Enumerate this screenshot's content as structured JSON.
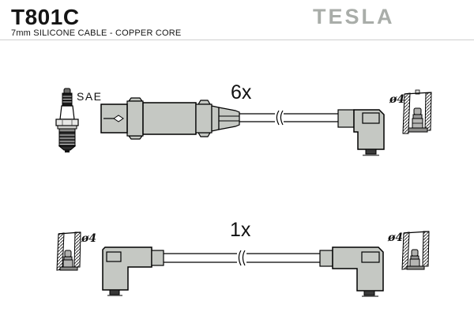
{
  "header": {
    "part_number": "T801C",
    "subtitle": "7mm SILICONE CABLE - COPPER CORE",
    "brand": "TESLA"
  },
  "labels": {
    "top_quantity": "6x",
    "bottom_quantity": "1x",
    "spark_plug_standard": "SAE",
    "diameter_top_right": "ø4",
    "diameter_bottom_left": "ø4",
    "diameter_bottom_right": "ø4"
  },
  "colors": {
    "brand_gray": "#a9ada9",
    "connector_fill": "#c5c8c3",
    "outline": "#000000",
    "divider": "#d0d0d0"
  }
}
